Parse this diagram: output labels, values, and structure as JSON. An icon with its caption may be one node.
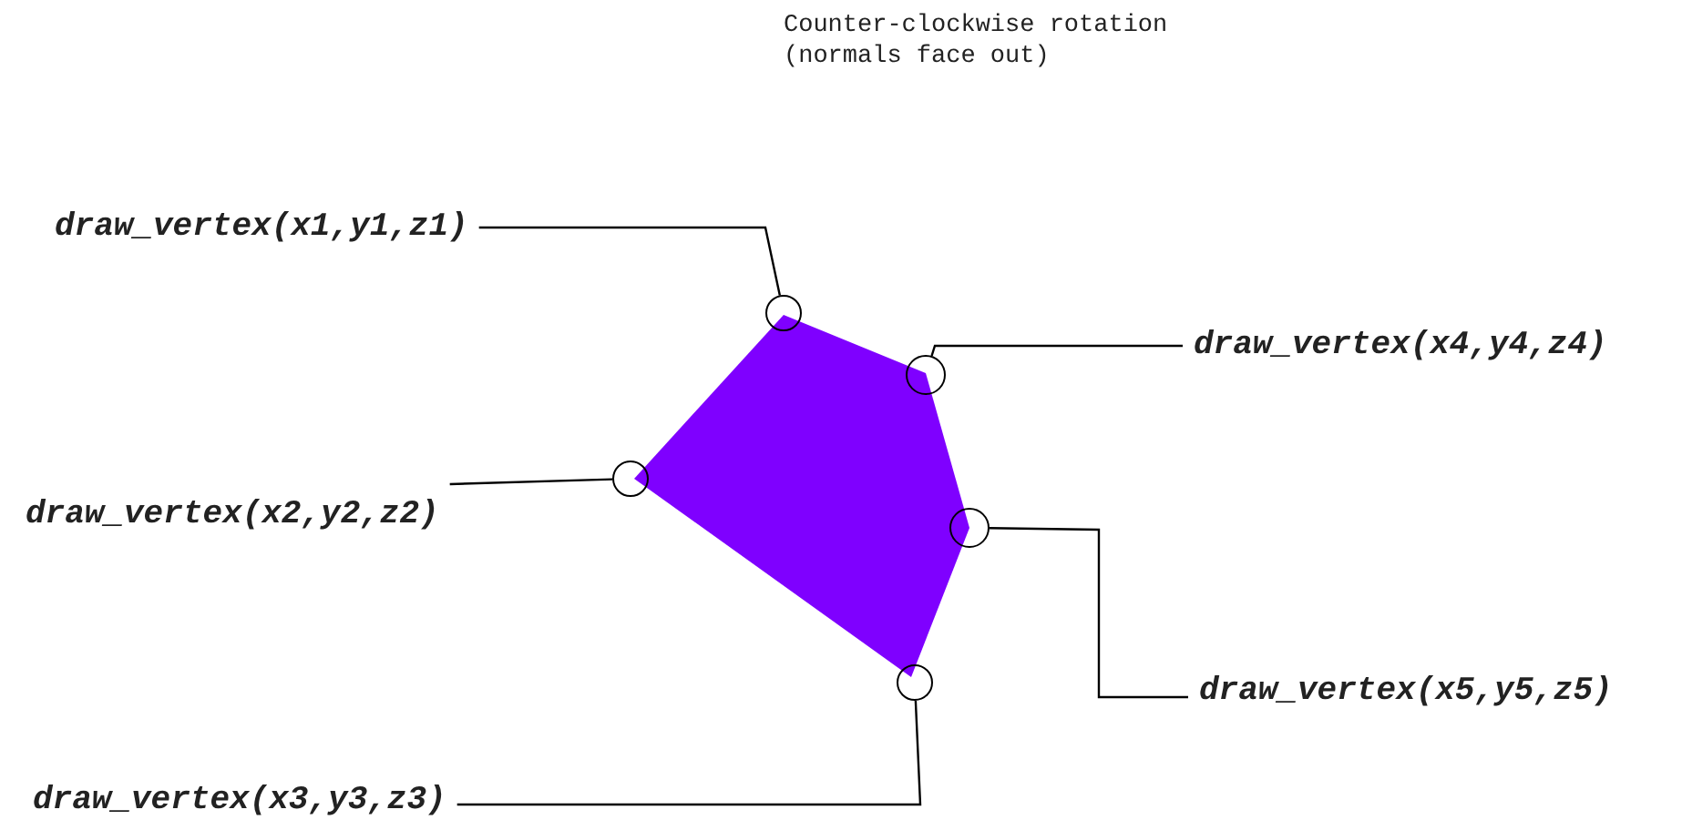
{
  "diagram": {
    "title": "Counter-clockwise rotation (normals face out)",
    "nodes": [
      {
        "text": [
          "draw_vertex(x1,y1,z1)"
        ]
      },
      {
        "text": [
          "draw_vertex(x4,y4,z4)"
        ]
      },
      {
        "text": [
          "draw_vertex(x2,y2,z2)"
        ]
      },
      {
        "text": [
          "draw_vertex(x5,y5,z5)"
        ]
      },
      {
        "text": [
          "draw_vertex(x3,y3,z3)"
        ]
      },
      {
        "text": [],
        "shape": "circle"
      },
      {
        "text": [],
        "shape": "circle"
      },
      {
        "text": [],
        "shape": "circle"
      },
      {
        "text": [],
        "shape": "circle"
      },
      {
        "text": [],
        "shape": "circle"
      }
    ],
    "edges": [
      {
        "from": 0,
        "to": 5,
        "arrow": "none"
      },
      {
        "from": 1,
        "to": 6,
        "arrow": "none"
      },
      {
        "from": 2,
        "to": 7,
        "arrow": "none"
      },
      {
        "from": 3,
        "to": 8,
        "arrow": "none"
      },
      {
        "from": 4,
        "to": 9,
        "arrow": "none"
      }
    ]
  }
}
